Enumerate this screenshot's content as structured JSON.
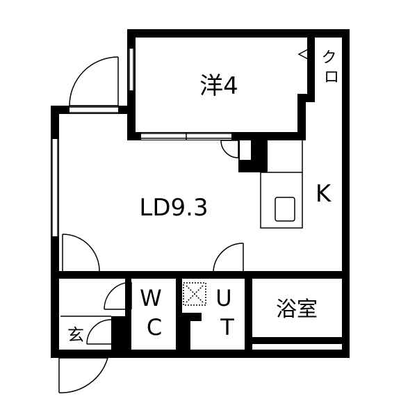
{
  "rooms": {
    "western_room": "洋4",
    "closet": "ク\nロ",
    "ldk": "LD9.3",
    "kitchen": "K",
    "wc": "W\nC",
    "ut": "U\nT",
    "bath": "浴室",
    "entrance": "玄"
  },
  "colors": {
    "wall": "#000000",
    "thin_line": "#000000",
    "window": "#000000",
    "background": "#ffffff"
  }
}
